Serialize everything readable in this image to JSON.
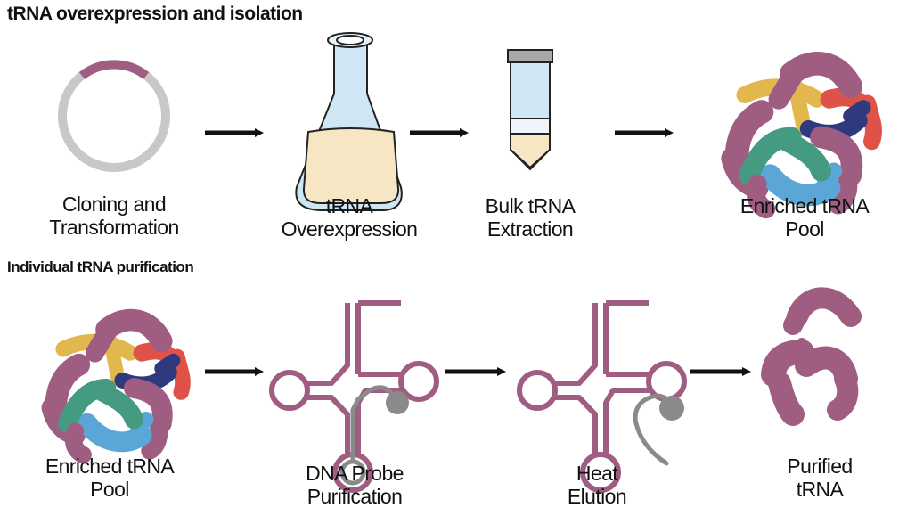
{
  "sections": [
    {
      "title": "tRNA overexpression and isolation",
      "steps": [
        {
          "icon": "plasmid-icon",
          "label_lines": [
            "Cloning and",
            "Transformation"
          ]
        },
        {
          "icon": "flask-icon",
          "label_lines": [
            "tRNA",
            "Overexpression"
          ]
        },
        {
          "icon": "centrifuge-tube-icon",
          "label_lines": [
            "Bulk tRNA",
            "Extraction"
          ]
        },
        {
          "icon": "trna-pool-icon",
          "label_lines": [
            "Enriched tRNA",
            "Pool"
          ]
        }
      ]
    },
    {
      "title": "Individual tRNA purification",
      "steps": [
        {
          "icon": "trna-pool-icon",
          "label_lines": [
            "Enriched tRNA",
            "Pool"
          ]
        },
        {
          "icon": "trna-probe-bound-icon",
          "label_lines": [
            "DNA Probe",
            "Purification"
          ]
        },
        {
          "icon": "trna-probe-released-icon",
          "label_lines": [
            "Heat",
            "Elution"
          ]
        },
        {
          "icon": "purified-trna-icon",
          "label_lines": [
            "Purified",
            "tRNA"
          ]
        }
      ]
    }
  ],
  "colors": {
    "trna_mauve": "#a05d82",
    "plasmid_gray": "#c8c8c8",
    "flask_blue": "#cfe6f5",
    "culture_cream": "#f6e6c4",
    "pool_yellow": "#e2b84e",
    "pool_red": "#df5248",
    "pool_navy": "#2f3a7e",
    "pool_green": "#459a82",
    "pool_blue": "#5aa6d6",
    "probe_gray": "#8a8a8a",
    "arrow": "#111111"
  }
}
